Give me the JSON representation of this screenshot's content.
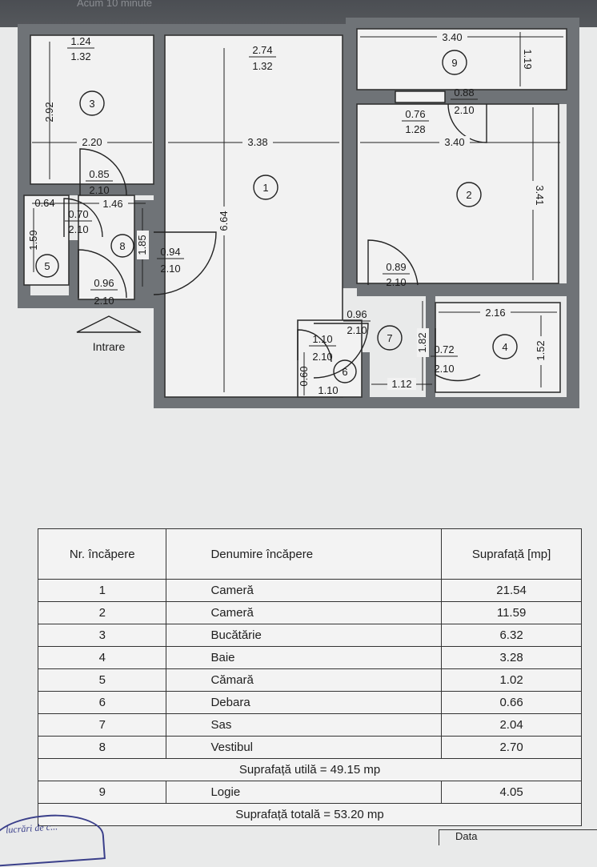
{
  "header": {
    "faded_text": "Acum 10 minute"
  },
  "plan": {
    "entrance_label": "Intrare",
    "rooms": [
      {
        "num": "1",
        "area_label": [
          "2.74",
          "1.32"
        ]
      },
      {
        "num": "2"
      },
      {
        "num": "3",
        "area_label": [
          "1.24",
          "1.32"
        ]
      },
      {
        "num": "4"
      },
      {
        "num": "5"
      },
      {
        "num": "6"
      },
      {
        "num": "7"
      },
      {
        "num": "8"
      },
      {
        "num": "9"
      }
    ],
    "dimensions": [
      "2.92",
      "2.20",
      "3.38",
      "6.64",
      "3.40",
      "1.19",
      "3.40",
      "3.41",
      "0.64",
      "1.46",
      "1.59",
      "1.85",
      "1.82",
      "2.16",
      "1.52",
      "1.12",
      "0.60",
      "1.10"
    ],
    "doors": [
      [
        "0.85",
        "2.10"
      ],
      [
        "0.70",
        "2.10"
      ],
      [
        "0.94",
        "2.10"
      ],
      [
        "0.96",
        "2.10"
      ],
      [
        "0.88",
        "2.10"
      ],
      [
        "0.76",
        "1.28"
      ],
      [
        "0.89",
        "2.10"
      ],
      [
        "0.96",
        "2.10"
      ],
      [
        "1.10",
        "2.10"
      ],
      [
        "0.72",
        "2.10"
      ]
    ]
  },
  "table": {
    "headers": [
      "Nr. încăpere",
      "Denumire încăpere",
      "Suprafață [mp]"
    ],
    "rows": [
      [
        "1",
        "Cameră",
        "21.54"
      ],
      [
        "2",
        "Cameră",
        "11.59"
      ],
      [
        "3",
        "Bucătărie",
        "6.32"
      ],
      [
        "4",
        "Baie",
        "3.28"
      ],
      [
        "5",
        "Cămară",
        "1.02"
      ],
      [
        "6",
        "Debara",
        "0.66"
      ],
      [
        "7",
        "Sas",
        "2.04"
      ],
      [
        "8",
        "Vestibul",
        "2.70"
      ]
    ],
    "useful_area": "Suprafață utilă = 49.15 mp",
    "loggia_row": [
      "9",
      "Logie",
      "4.05"
    ],
    "total_area": "Suprafață totală = 53.20 mp",
    "date_label": "Data"
  },
  "stamp_text": "lucrări de c..."
}
